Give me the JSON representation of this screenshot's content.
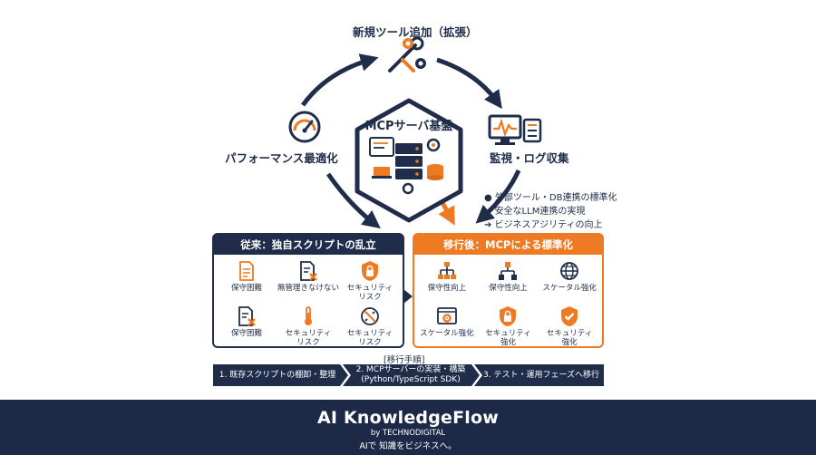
{
  "cycle": {
    "top_label": "新規ツール追加（拡張）",
    "right_label": "監視・ログ収集",
    "left_label": "パフォーマンス最適化",
    "center_label": "MCPサーバ基盤"
  },
  "benefits": [
    "● 外部ツール・DB連携の標準化",
    "➔ 安全なLLM連携の実現",
    "➔ ビジネスアジリティの向上"
  ],
  "before_panel": {
    "title": "従来：独自スクリプトの乱立",
    "items": [
      {
        "label": "保守困難",
        "icon": "document-icon"
      },
      {
        "label": "無管理きなけない",
        "icon": "document-x-icon"
      },
      {
        "label": "セキュリティ\nリスク",
        "icon": "lock-icon"
      },
      {
        "label": "保守困難",
        "icon": "document-x-icon"
      },
      {
        "label": "セキュリティ\nリスク",
        "icon": "thermometer-icon"
      },
      {
        "label": "セキュリティ\nリスク",
        "icon": "broken-link-icon"
      }
    ]
  },
  "after_panel": {
    "title": "移行後：MCPによる標準化",
    "items": [
      {
        "label": "保守性向上",
        "icon": "hierarchy-icon"
      },
      {
        "label": "保守性向上",
        "icon": "network-icon"
      },
      {
        "label": "スケータル強化",
        "icon": "globe-icon"
      },
      {
        "label": "スケータル強化",
        "icon": "browser-gear-icon"
      },
      {
        "label": "セキュリティ\n強化",
        "icon": "lock-icon"
      },
      {
        "label": "セキュリティ\n強化",
        "icon": "shield-check-icon"
      }
    ]
  },
  "migration": {
    "title": "[移行手順]",
    "steps": [
      "1. 既存スクリプトの棚卸・整理",
      "2. MCPサーバーの実装・構築\n(Python/TypeScript SDK)",
      "3. テスト・運用フェーズへ移行"
    ]
  },
  "footer": {
    "brand": "AI KnowledgeFlow",
    "by": "by TECHNODIGITAL",
    "tagline": "AIで 知識をビジネスへ。"
  },
  "colors": {
    "navy": "#1f2d4a",
    "orange": "#ee7a23",
    "footer": "#1c2a47"
  }
}
